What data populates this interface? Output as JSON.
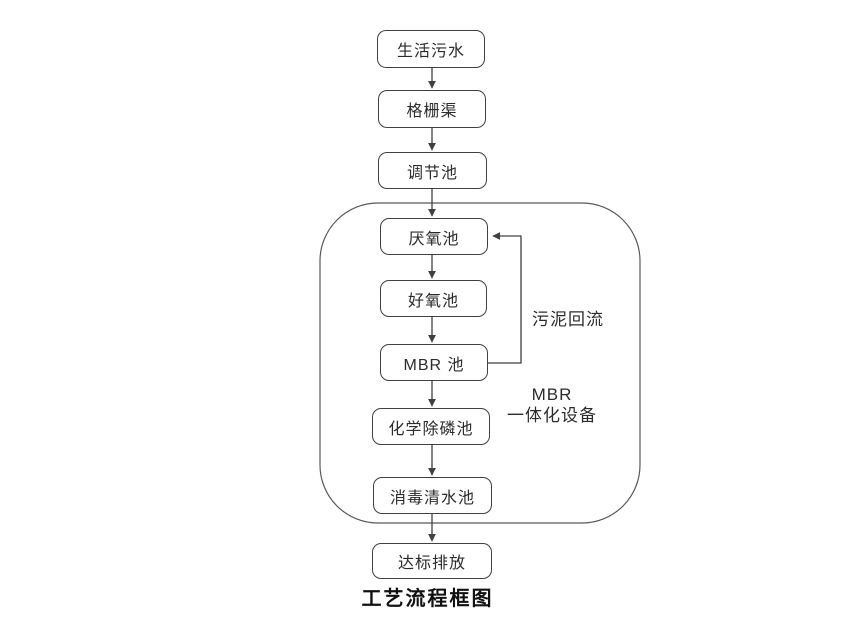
{
  "diagram": {
    "caption": "工艺流程框图",
    "nodes": [
      {
        "label": "生活污水"
      },
      {
        "label": "格栅渠"
      },
      {
        "label": "调节池"
      },
      {
        "label": "厌氧池"
      },
      {
        "label": "好氧池"
      },
      {
        "label": "MBR 池"
      },
      {
        "label": "化学除磷池"
      },
      {
        "label": "消毒清水池"
      },
      {
        "label": "达标排放"
      }
    ],
    "annotations": {
      "sludge_return": "污泥回流",
      "group_label_line1": "MBR",
      "group_label_line2": "一体化设备"
    },
    "colors": {
      "line": "#404040",
      "box_border": "#404040",
      "container_border": "#595959",
      "text": "#2b2b2b",
      "background": "#ffffff"
    }
  }
}
